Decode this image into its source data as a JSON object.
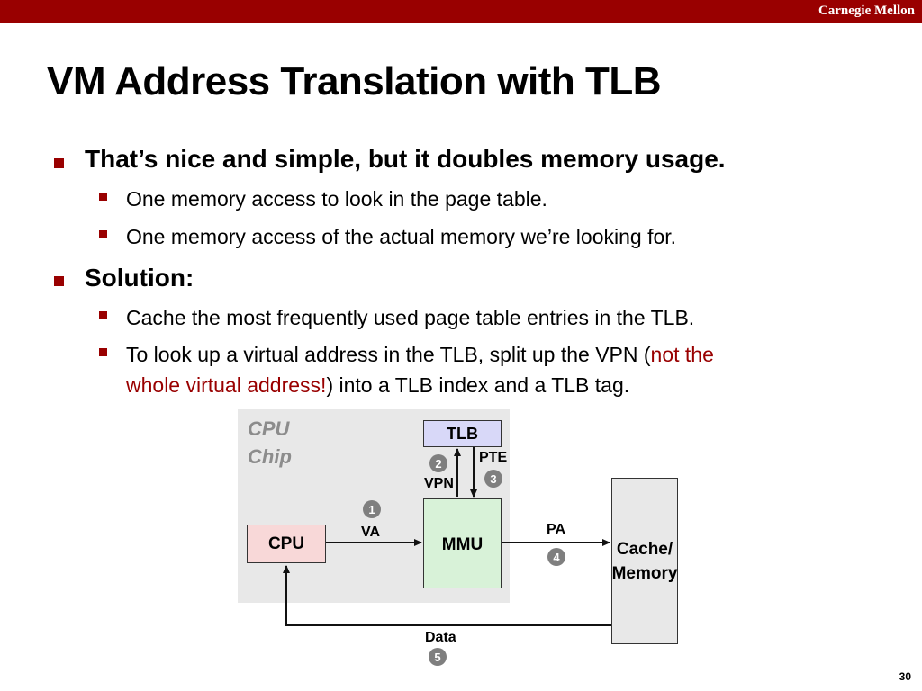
{
  "header": {
    "brand": "Carnegie Mellon"
  },
  "slide": {
    "title": "VM Address Translation with TLB",
    "bullets": [
      {
        "text": "That’s nice and simple, but it doubles memory usage.",
        "sub": [
          "One memory access to look in the page table.",
          "One memory access of the actual memory we’re looking for."
        ]
      },
      {
        "text": "Solution:",
        "sub": [
          "Cache the most frequently used page table entries in the TLB.",
          {
            "before": "To look up a virtual address in the TLB, split up the VPN (",
            "highlight": "not the",
            "highlight2": "whole virtual address!",
            "after": ") into a TLB index and a TLB tag."
          }
        ]
      }
    ],
    "page_number": "30"
  },
  "diagram": {
    "chip_label": [
      "CPU",
      "Chip"
    ],
    "cpu": "CPU",
    "tlb": "TLB",
    "mmu": "MMU",
    "memory": [
      "Cache/",
      "Memory"
    ],
    "labels": {
      "va": "VA",
      "vpn": "VPN",
      "pte": "PTE",
      "pa": "PA",
      "data": "Data"
    },
    "steps": [
      "1",
      "2",
      "3",
      "4",
      "5"
    ]
  },
  "colors": {
    "accent": "#990000",
    "cpu_fill": "#f8d8d8",
    "tlb_fill": "#d8d8f8",
    "mmu_fill": "#d8f2d8",
    "chip_fill": "#e8e8e8"
  }
}
